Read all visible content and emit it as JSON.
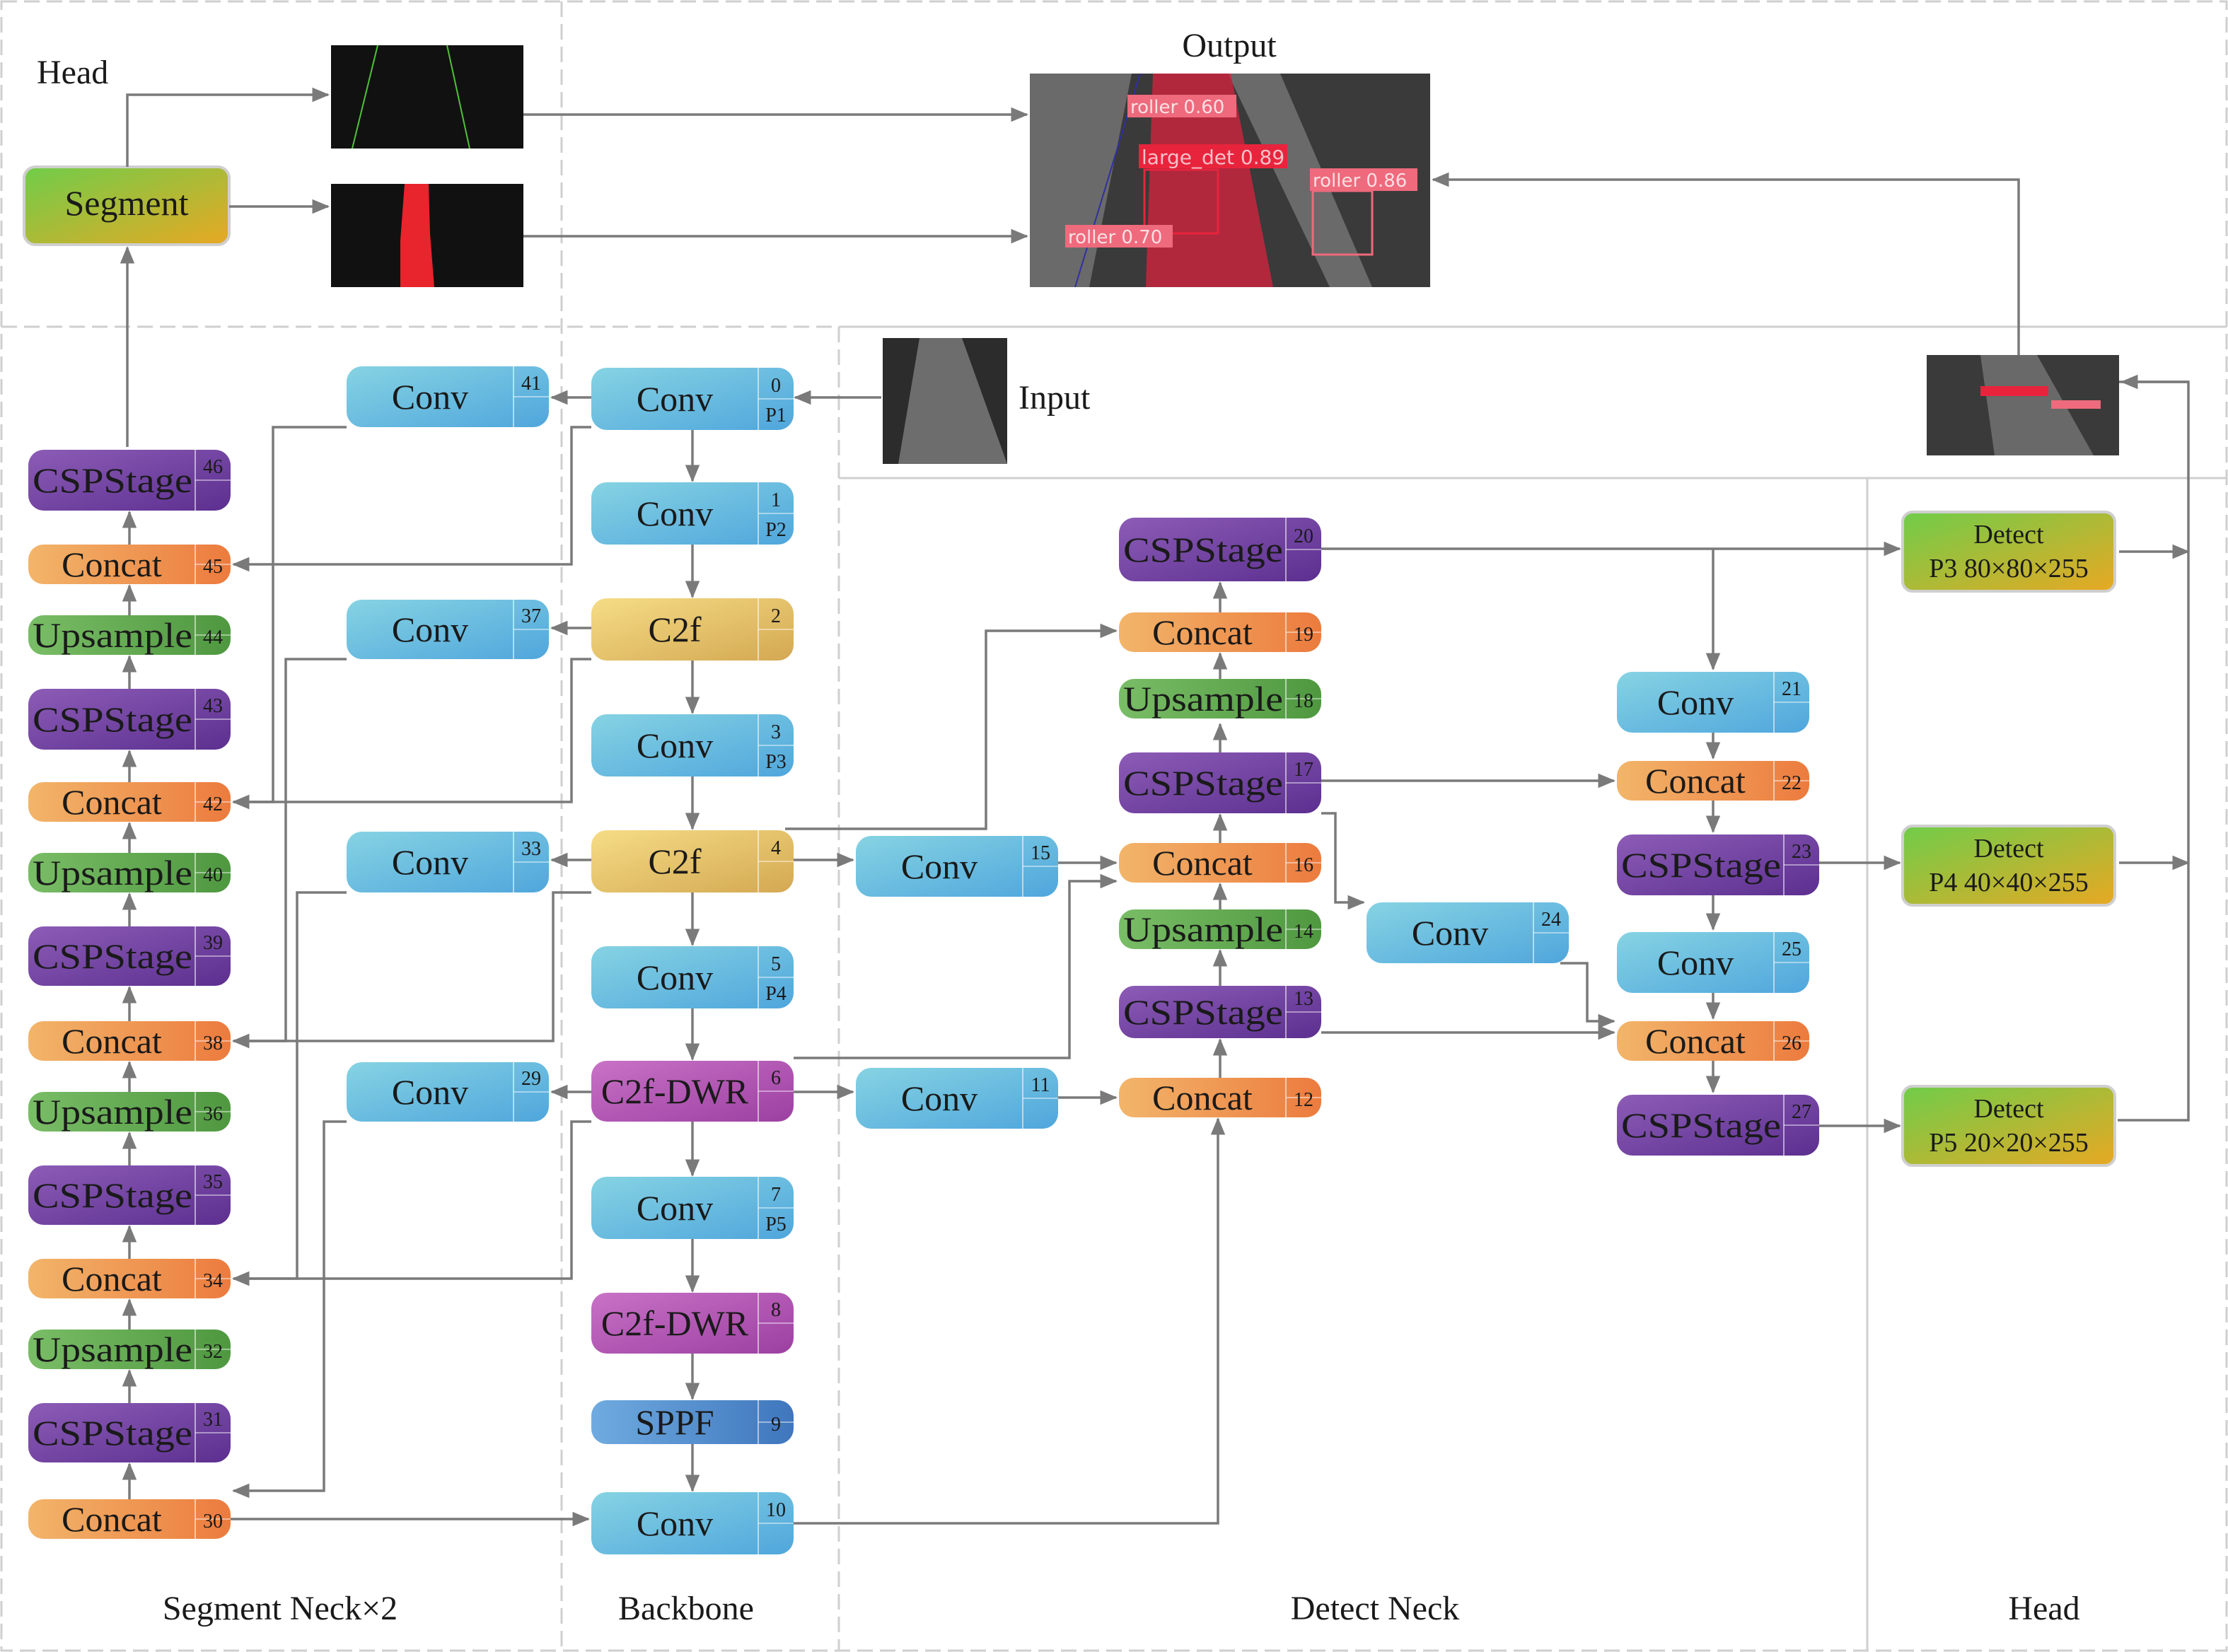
{
  "regions": {
    "head_top": "Head",
    "output": "Output",
    "input": "Input",
    "segment_neck": "Segment Neck×2",
    "backbone": "Backbone",
    "detect_neck": "Detect Neck",
    "head_right": "Head"
  },
  "segment_block": "Segment",
  "colors": {
    "conv": "#5bb8e0",
    "concat": "#ec8a45",
    "upsample": "#5ea64c",
    "cspstage": "#6c3d9e",
    "c2f": "#e6c060",
    "c2f_dwr": "#b453b5",
    "sppf": "#4e8cd0",
    "head": "#8cc63f"
  },
  "nodes": [
    {
      "id": "0",
      "type": "conv",
      "label": "Conv",
      "sub": "P1"
    },
    {
      "id": "1",
      "type": "conv",
      "label": "Conv",
      "sub": "P2"
    },
    {
      "id": "2",
      "type": "c2f",
      "label": "C2f",
      "sub": ""
    },
    {
      "id": "3",
      "type": "conv",
      "label": "Conv",
      "sub": "P3"
    },
    {
      "id": "4",
      "type": "c2f",
      "label": "C2f",
      "sub": ""
    },
    {
      "id": "5",
      "type": "conv",
      "label": "Conv",
      "sub": "P4"
    },
    {
      "id": "6",
      "type": "c2f_dwr",
      "label": "C2f-DWR",
      "sub": ""
    },
    {
      "id": "7",
      "type": "conv",
      "label": "Conv",
      "sub": "P5"
    },
    {
      "id": "8",
      "type": "c2f_dwr",
      "label": "C2f-DWR",
      "sub": ""
    },
    {
      "id": "9",
      "type": "sppf",
      "label": "SPPF",
      "sub": ""
    },
    {
      "id": "10",
      "type": "conv",
      "label": "Conv",
      "sub": ""
    },
    {
      "id": "11",
      "type": "conv",
      "label": "Conv",
      "sub": ""
    },
    {
      "id": "12",
      "type": "concat",
      "label": "Concat",
      "sub": ""
    },
    {
      "id": "13",
      "type": "cspstage",
      "label": "CSPStage",
      "sub": ""
    },
    {
      "id": "14",
      "type": "upsample",
      "label": "Upsample",
      "sub": ""
    },
    {
      "id": "15",
      "type": "conv",
      "label": "Conv",
      "sub": ""
    },
    {
      "id": "16",
      "type": "concat",
      "label": "Concat",
      "sub": ""
    },
    {
      "id": "17",
      "type": "cspstage",
      "label": "CSPStage",
      "sub": ""
    },
    {
      "id": "18",
      "type": "upsample",
      "label": "Upsample",
      "sub": ""
    },
    {
      "id": "19",
      "type": "concat",
      "label": "Concat",
      "sub": ""
    },
    {
      "id": "20",
      "type": "cspstage",
      "label": "CSPStage",
      "sub": ""
    },
    {
      "id": "21",
      "type": "conv",
      "label": "Conv",
      "sub": ""
    },
    {
      "id": "22",
      "type": "concat",
      "label": "Concat",
      "sub": ""
    },
    {
      "id": "23",
      "type": "cspstage",
      "label": "CSPStage",
      "sub": ""
    },
    {
      "id": "24",
      "type": "conv",
      "label": "Conv",
      "sub": ""
    },
    {
      "id": "25",
      "type": "conv",
      "label": "Conv",
      "sub": ""
    },
    {
      "id": "26",
      "type": "concat",
      "label": "Concat",
      "sub": ""
    },
    {
      "id": "27",
      "type": "cspstage",
      "label": "CSPStage",
      "sub": ""
    },
    {
      "id": "29",
      "type": "conv",
      "label": "Conv",
      "sub": ""
    },
    {
      "id": "30",
      "type": "concat",
      "label": "Concat",
      "sub": ""
    },
    {
      "id": "31",
      "type": "cspstage",
      "label": "CSPStage",
      "sub": ""
    },
    {
      "id": "32",
      "type": "upsample",
      "label": "Upsample",
      "sub": ""
    },
    {
      "id": "33",
      "type": "conv",
      "label": "Conv",
      "sub": ""
    },
    {
      "id": "34",
      "type": "concat",
      "label": "Concat",
      "sub": ""
    },
    {
      "id": "35",
      "type": "cspstage",
      "label": "CSPStage",
      "sub": ""
    },
    {
      "id": "36",
      "type": "upsample",
      "label": "Upsample",
      "sub": ""
    },
    {
      "id": "37",
      "type": "conv",
      "label": "Conv",
      "sub": ""
    },
    {
      "id": "38",
      "type": "concat",
      "label": "Concat",
      "sub": ""
    },
    {
      "id": "39",
      "type": "cspstage",
      "label": "CSPStage",
      "sub": ""
    },
    {
      "id": "40",
      "type": "upsample",
      "label": "Upsample",
      "sub": ""
    },
    {
      "id": "41",
      "type": "conv",
      "label": "Conv",
      "sub": ""
    },
    {
      "id": "42",
      "type": "concat",
      "label": "Concat",
      "sub": ""
    },
    {
      "id": "43",
      "type": "cspstage",
      "label": "CSPStage",
      "sub": ""
    },
    {
      "id": "44",
      "type": "upsample",
      "label": "Upsample",
      "sub": ""
    },
    {
      "id": "45",
      "type": "concat",
      "label": "Concat",
      "sub": ""
    },
    {
      "id": "46",
      "type": "cspstage",
      "label": "CSPStage",
      "sub": ""
    }
  ],
  "detect_heads": [
    {
      "title": "Detect",
      "spec": "P3 80×80×255"
    },
    {
      "title": "Detect",
      "spec": "P4 40×40×255"
    },
    {
      "title": "Detect",
      "spec": "P5 20×20×255"
    }
  ],
  "detections": [
    {
      "label": "roller 0.60"
    },
    {
      "label": "large_det 0.89"
    },
    {
      "label": "roller 0.86"
    },
    {
      "label": "roller 0.70"
    }
  ]
}
